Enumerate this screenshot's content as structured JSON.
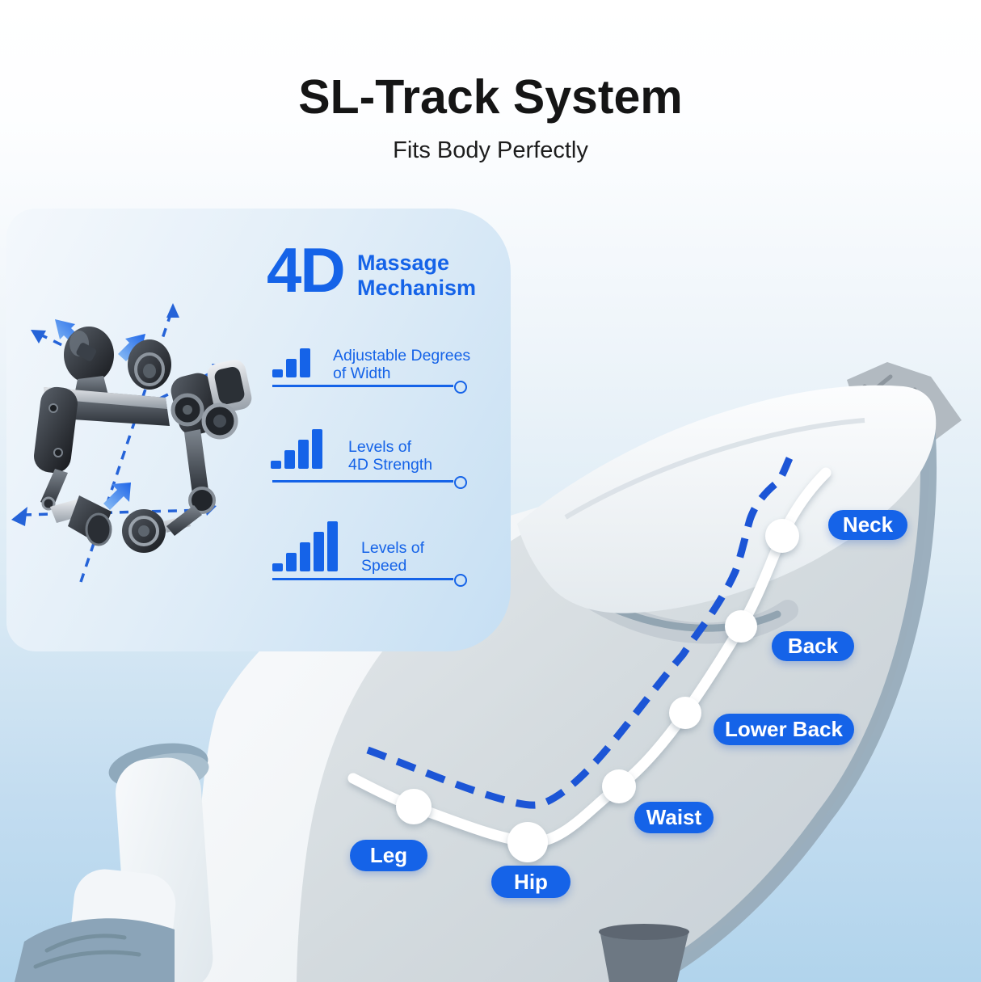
{
  "header": {
    "title": "SL-Track System",
    "subtitle": "Fits Body Perfectly"
  },
  "card": {
    "badge": "4D",
    "heading_line1": "Massage",
    "heading_line2": "Mechanism",
    "features": [
      {
        "bars": 3,
        "line1": "Adjustable Degrees",
        "line2": "of Width"
      },
      {
        "bars": 4,
        "line1": "Levels of",
        "line2": "4D Strength"
      },
      {
        "bars": 5,
        "line1": "Levels of",
        "line2": "Speed"
      }
    ]
  },
  "track": {
    "points": [
      {
        "label": "Neck"
      },
      {
        "label": "Back"
      },
      {
        "label": "Lower Back"
      },
      {
        "label": "Waist"
      },
      {
        "label": "Hip"
      },
      {
        "label": "Leg"
      }
    ]
  },
  "colors": {
    "accent": "#1563E8",
    "dash": "#1C55D6",
    "title": "#151515"
  }
}
